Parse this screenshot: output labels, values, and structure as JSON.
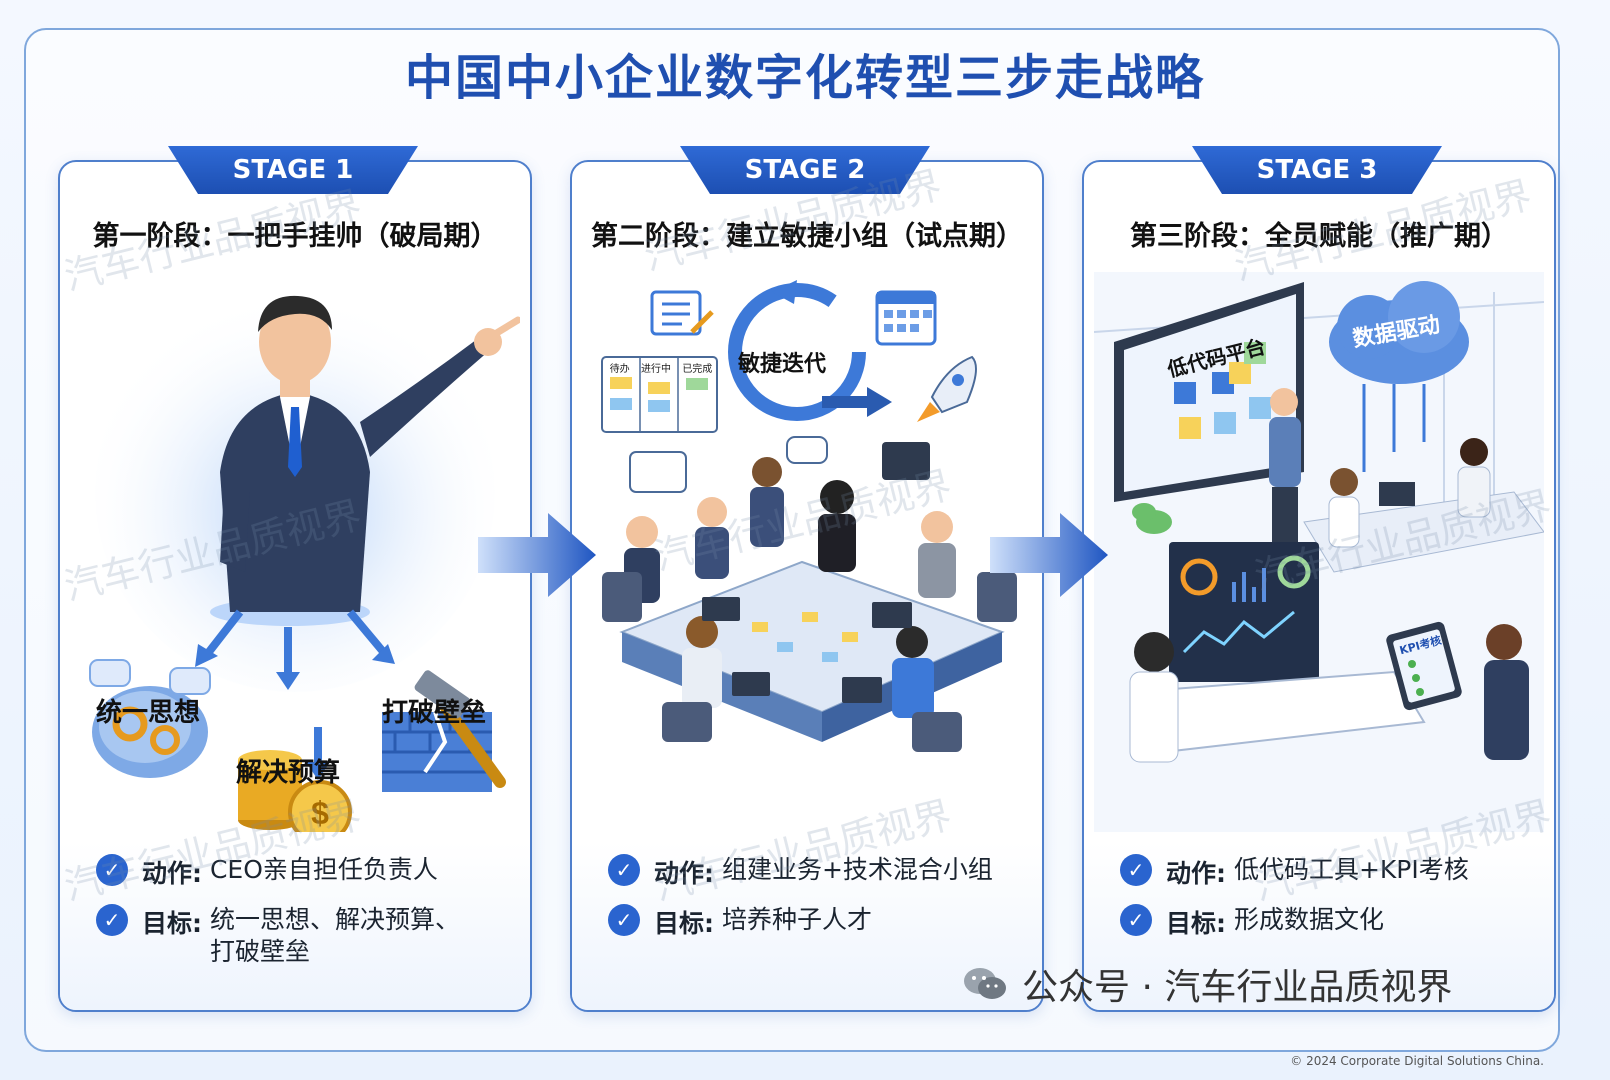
{
  "title": "中国中小企业数字化转型三步走战略",
  "stages": [
    {
      "tab": "STAGE 1",
      "title": "第一阶段：一把手挂帅（破局期）",
      "icons": [
        "统一思想",
        "解决预算",
        "打破壁垒"
      ],
      "action_label": "动作:",
      "action": "CEO亲自担任负责人",
      "goal_label": "目标:",
      "goal": "统一思想、解决预算、\n打破壁垒"
    },
    {
      "tab": "STAGE 2",
      "title": "第二阶段：建立敏捷小组（试点期）",
      "agile_label": "敏捷迭代",
      "kanban": [
        "待办",
        "进行中",
        "已完成"
      ],
      "action_label": "动作:",
      "action": "组建业务+技术混合小组",
      "goal_label": "目标:",
      "goal": "培养种子人才"
    },
    {
      "tab": "STAGE 3",
      "title": "第三阶段：全员赋能（推广期）",
      "screen_label": "低代码平台",
      "cloud_label": "数据驱动",
      "tablet_label": "KPI考核",
      "action_label": "动作:",
      "action": "低代码工具+KPI考核",
      "goal_label": "目标:",
      "goal": "形成数据文化"
    }
  ],
  "watermark": "汽车行业品质视界",
  "footer": "公众号 · 汽车行业品质视界",
  "copyright": "© 2024 Corporate Digital Solutions China.",
  "colors": {
    "primary": "#1f4fb0",
    "accent": "#2a64cf",
    "border": "#4f7fcc"
  }
}
